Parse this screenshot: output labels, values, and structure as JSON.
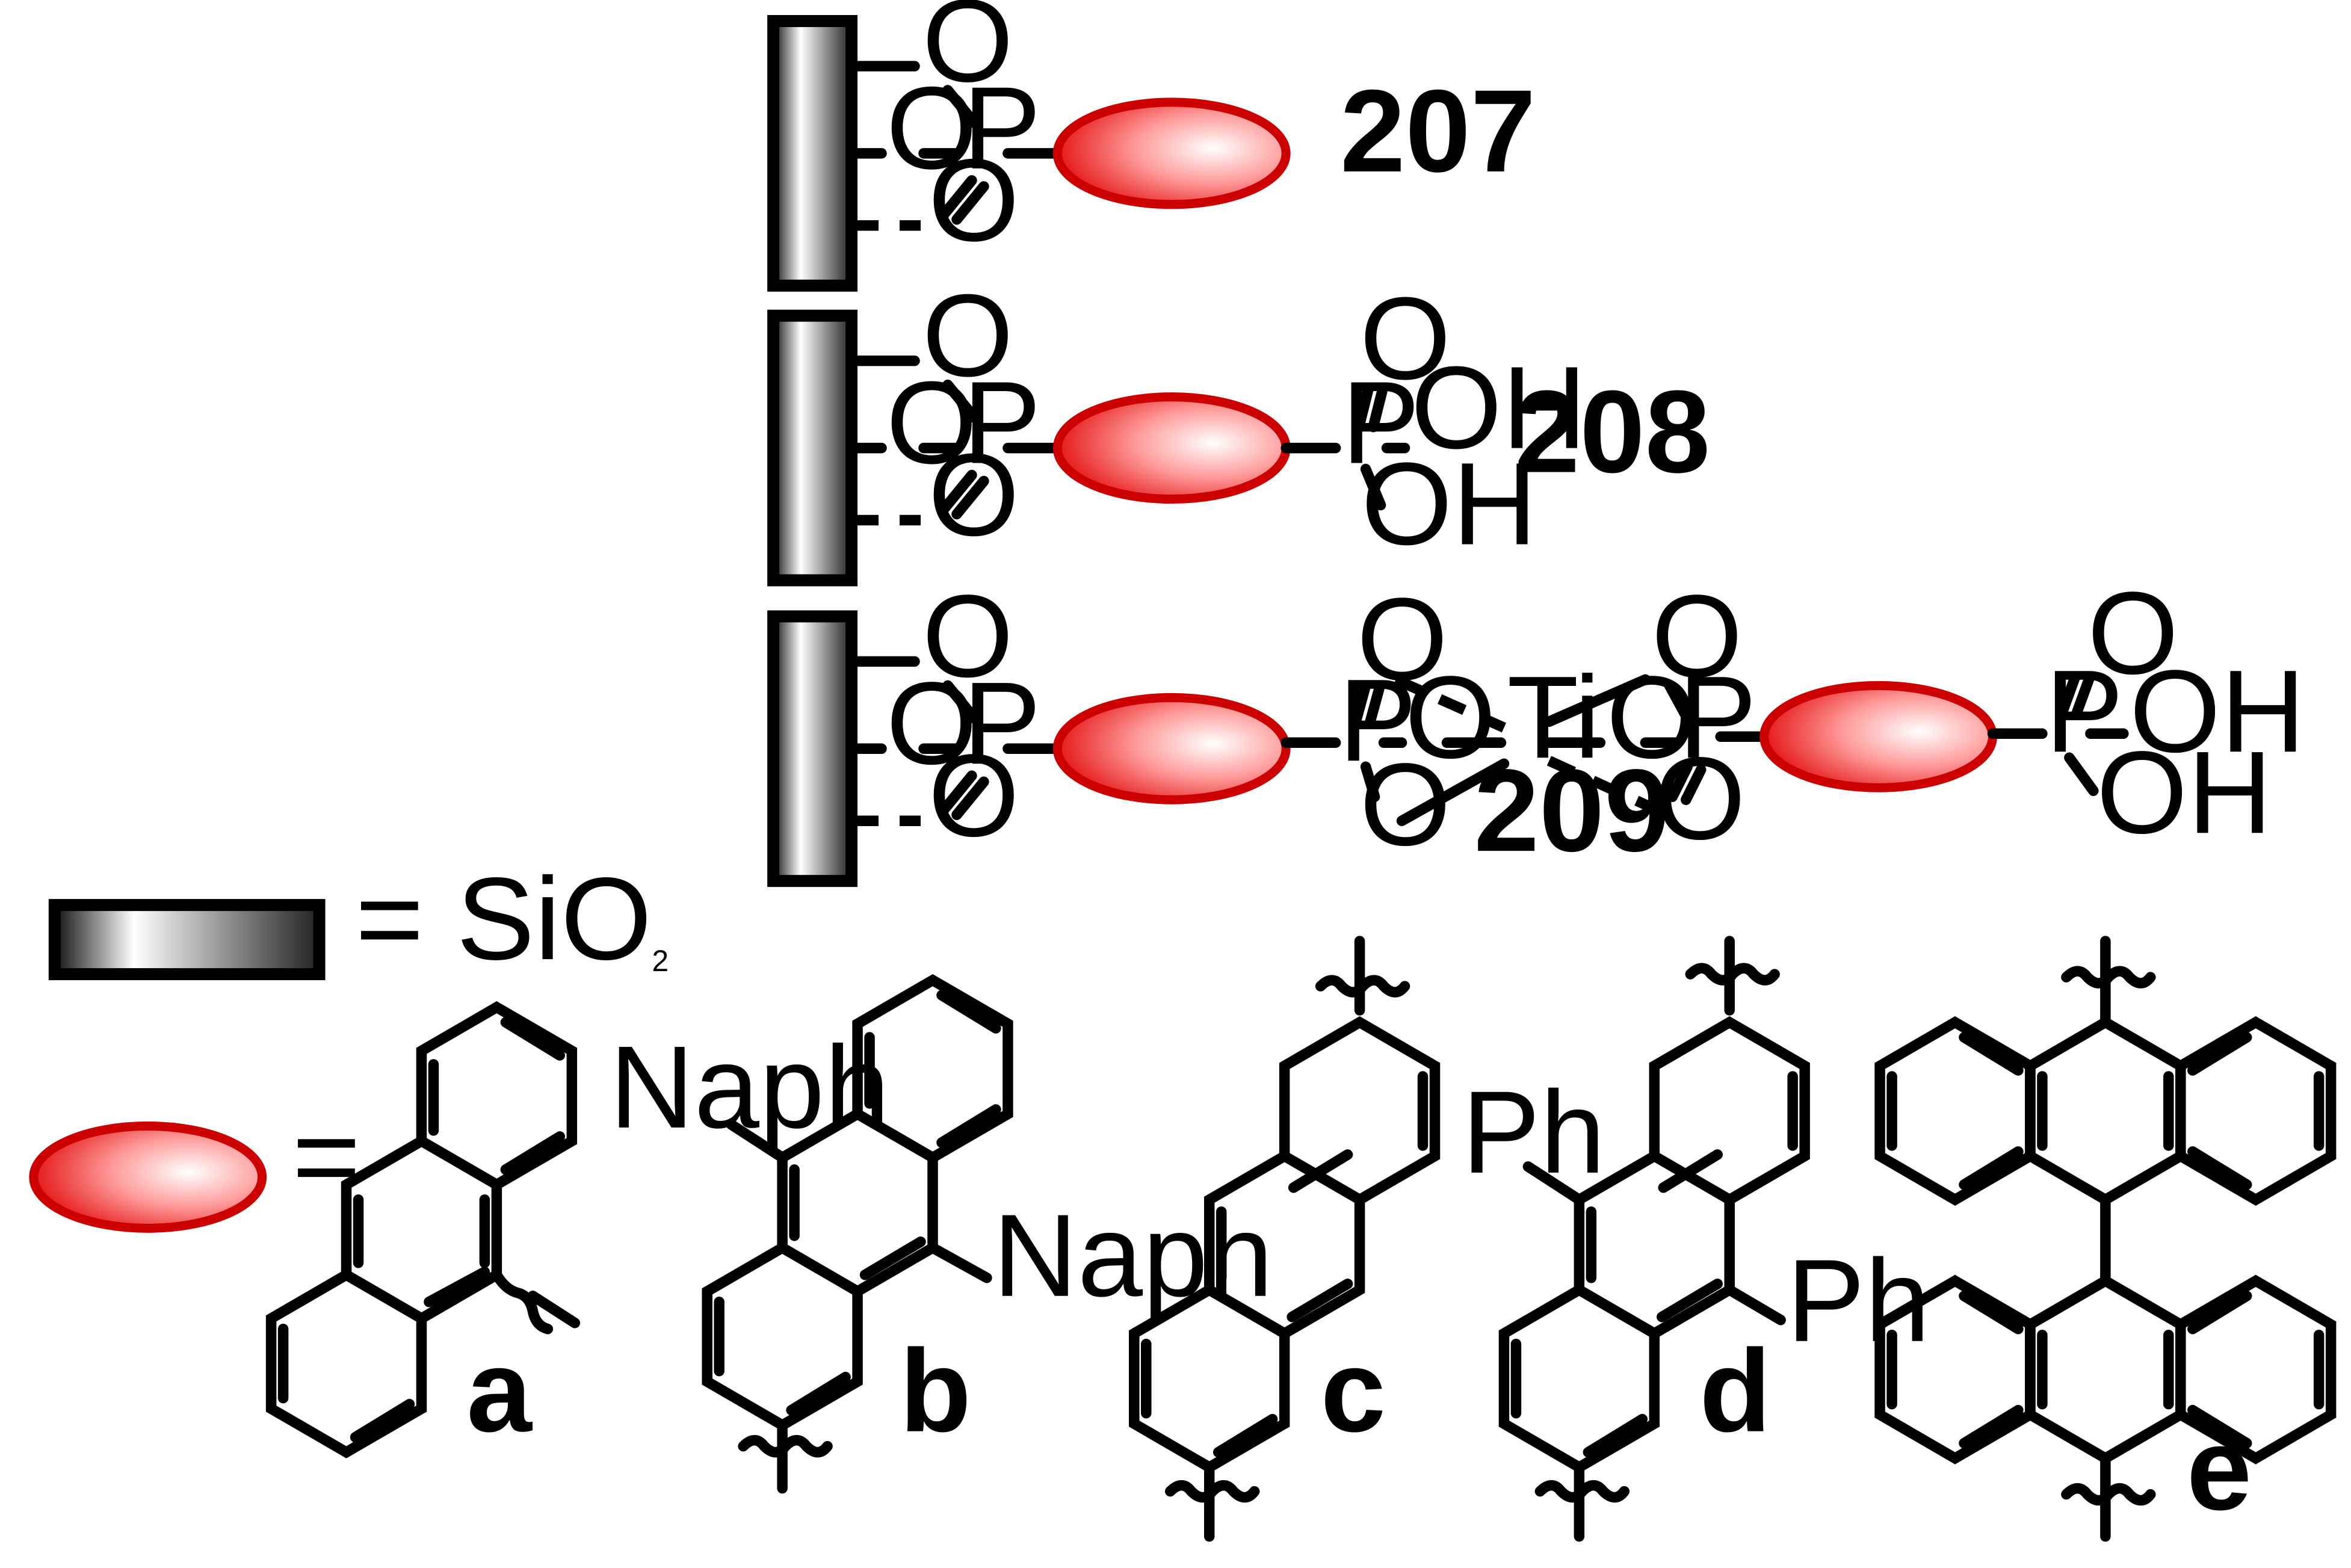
{
  "atoms": {
    "oxygen": "O",
    "phosphorus": "P",
    "titanium": "Ti",
    "hydroxyl": "OH",
    "naphthyl": "Naph",
    "phenyl": "Ph"
  },
  "compounds": {
    "c207": "207",
    "c208": "208",
    "c209": "209"
  },
  "legend": {
    "equals": "=",
    "silica_text": "= SiO",
    "silica_subscript": "2"
  },
  "labels": {
    "a": "a",
    "b": "b",
    "c": "c",
    "d": "d",
    "e": "e"
  },
  "colors": {
    "linker_fill": "#e00000",
    "silica_dark": "#1a1a1a"
  }
}
